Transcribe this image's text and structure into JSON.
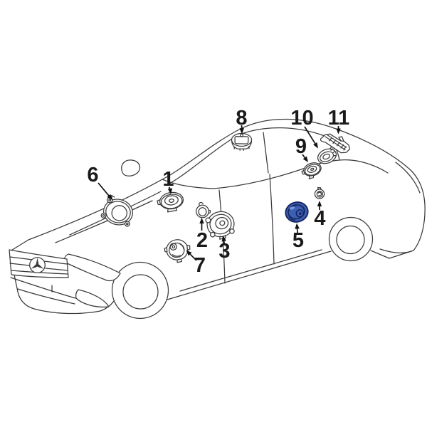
{
  "diagram": {
    "background_color": "#ffffff",
    "line_color": "#3a3a3a",
    "label_color": "#1a1a1a",
    "highlight_fill": "#3b5fb2",
    "highlight_stroke": "#16235e",
    "highlighted_part": "5",
    "parts": [
      {
        "label": "1",
        "highlighted": false
      },
      {
        "label": "2",
        "highlighted": false
      },
      {
        "label": "3",
        "highlighted": false
      },
      {
        "label": "4",
        "highlighted": false
      },
      {
        "label": "5",
        "highlighted": true
      },
      {
        "label": "6",
        "highlighted": false
      },
      {
        "label": "7",
        "highlighted": false
      },
      {
        "label": "8",
        "highlighted": false
      },
      {
        "label": "9",
        "highlighted": false
      },
      {
        "label": "10",
        "highlighted": false
      },
      {
        "label": "11",
        "highlighted": false
      }
    ]
  }
}
